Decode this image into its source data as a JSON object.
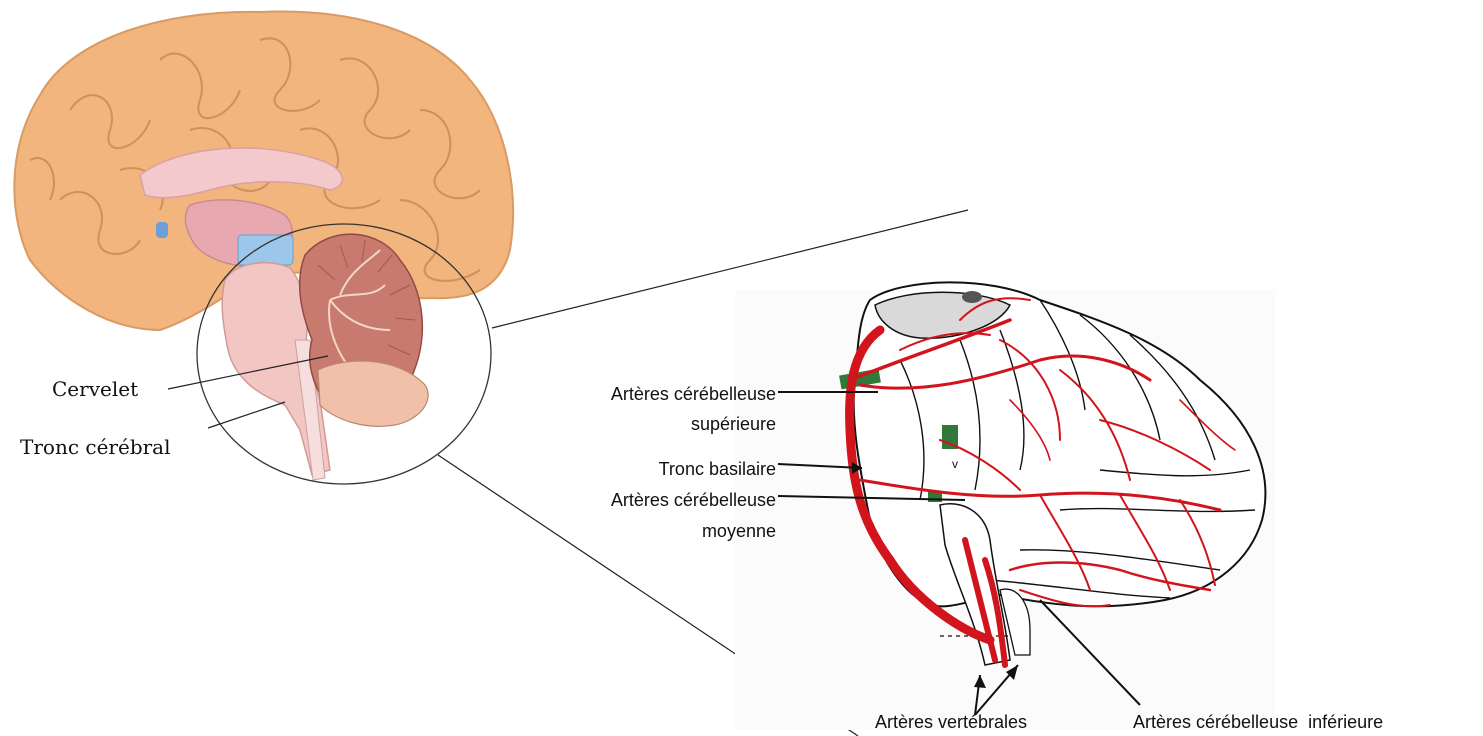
{
  "labels": {
    "cervelet": "Cervelet",
    "tronc_cerebral": "Tronc cérébral",
    "art_sup_1": "Artères cérébelleuse",
    "art_sup_2": "supérieure",
    "tronc_basilaire": "Tronc basilaire",
    "art_moy_1": "Artères cérébelleuse",
    "art_moy_2": "moyenne",
    "art_vert": "Artères vertébrales",
    "art_inf": "Artères cérébelleuse  inférieure",
    "roman_v": "v"
  },
  "colors": {
    "cortex": "#f2b57e",
    "cortex_dark": "#c98a55",
    "cerebellum": "#c97a6e",
    "brainstem": "#f2c6c2",
    "artery": "#d2141c",
    "nerve_green": "#2f7a3a",
    "ink": "#111111"
  }
}
